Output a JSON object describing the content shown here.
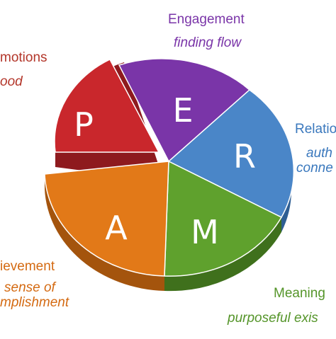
{
  "segments": [
    {
      "letter": "P",
      "color": "#c9272c",
      "side": "#8e1a1e"
    },
    {
      "letter": "E",
      "color": "#7a35a8",
      "side": "#52216f"
    },
    {
      "letter": "R",
      "color": "#4a86c8",
      "side": "#2e5e93"
    },
    {
      "letter": "M",
      "color": "#5fa12d",
      "side": "#3f701c"
    },
    {
      "letter": "A",
      "color": "#e27918",
      "side": "#a4540d"
    }
  ],
  "labels": {
    "p_title": "motions",
    "p_sub": "ood",
    "e_title": "Engagement",
    "e_sub": "finding flow",
    "r_title": "Relatio",
    "r_sub1": "auth",
    "r_sub2": "conne",
    "m_title": "Meaning",
    "m_sub": "purposeful exis",
    "a_title": "ievement",
    "a_sub1": "sense of",
    "a_sub2": "mplishment"
  }
}
